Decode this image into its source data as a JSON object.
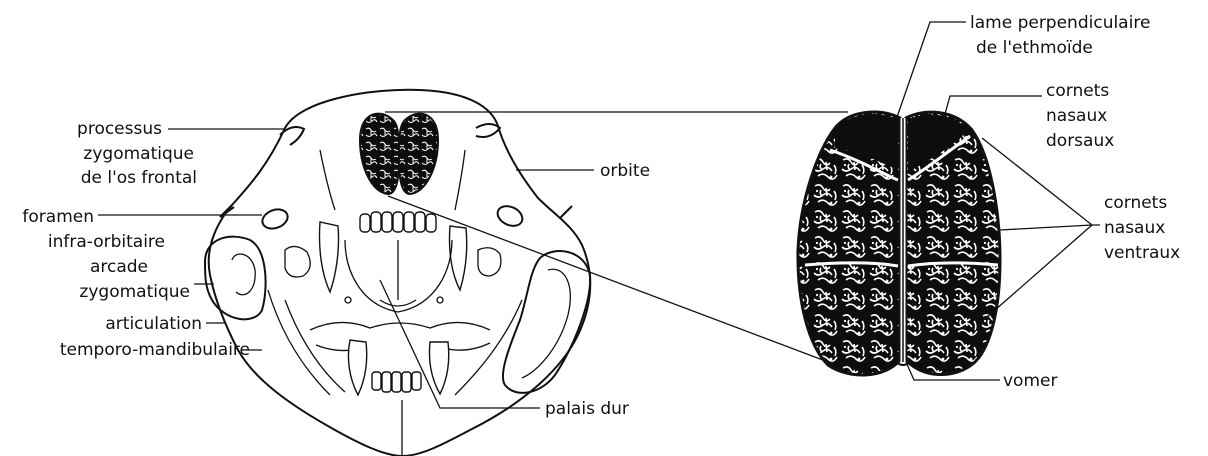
{
  "labels": {
    "processus_l1": "processus",
    "processus_l2": "zygomatique",
    "processus_l3": "de l'os frontal",
    "foramen_l1": "foramen",
    "foramen_l2": "infra-orbitaire",
    "arcade_l1": "arcade",
    "arcade_l2": "zygomatique",
    "articulation_l1": "articulation",
    "articulation_l2": "temporo-mandibulaire",
    "orbite": "orbite",
    "palais": "palais dur",
    "lame_l1": "lame perpendiculaire",
    "lame_l2": "de l'ethmoïde",
    "cornets_dorsaux_l1": "cornets",
    "cornets_dorsaux_l2": "nasaux",
    "cornets_dorsaux_l3": "dorsaux",
    "cornets_ventraux_l1": "cornets",
    "cornets_ventraux_l2": "nasaux",
    "cornets_ventraux_l3": "ventraux",
    "vomer": "vomer"
  }
}
